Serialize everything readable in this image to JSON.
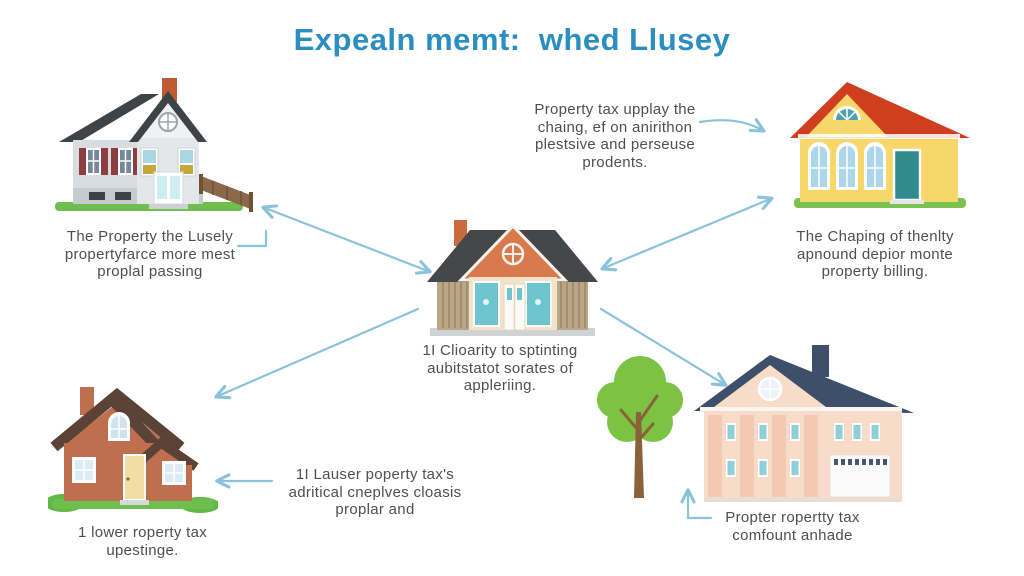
{
  "title": "Expealn memt:  whed Llusey",
  "palette": {
    "title_blue": "#2a8fc0",
    "arrow_blue": "#8bc2db",
    "text_gray": "#4f4f4f"
  },
  "annotations": {
    "top_center": {
      "lines": [
        "Property tax upplay the",
        "chaing, ef on anirithon",
        "plestsive and perseuse",
        "prodents."
      ]
    },
    "left": {
      "lines": [
        "The Property the Lusely",
        "propertyfarce more mest",
        "proplal passing"
      ]
    },
    "right": {
      "lines": [
        "The Chaping of thenlty",
        "apnound depior monte",
        "property billing."
      ]
    },
    "center": {
      "lines": [
        "1I Clioarity to sptinting",
        "aubitstatot sorates of",
        "appleriing."
      ]
    },
    "bottom_middle": {
      "lines": [
        "1I Lauser poperty tax's",
        "adritical cneplves cloasis",
        "proplar and"
      ]
    },
    "bottom_left": {
      "lines": [
        "1 lower roperty tax",
        "upestinge."
      ]
    },
    "bottom_right": {
      "lines": [
        "Propter ropertty tax",
        "comfount anhade"
      ]
    }
  },
  "illustrations": {
    "top_left": "gray-two-story-house",
    "top_right": "yellow-house-red-roof",
    "center": "tan-house-orange-gable",
    "bottom_left": "brick-house",
    "bottom_right": "peach-mansion-building",
    "tree": "green-tree"
  }
}
